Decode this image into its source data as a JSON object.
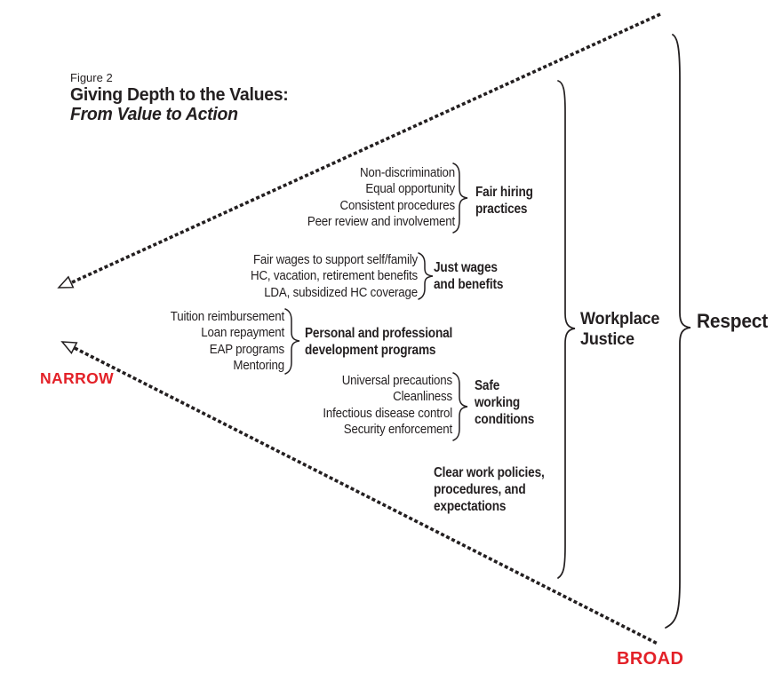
{
  "figure": {
    "label": "Figure 2",
    "title": "Giving Depth to the Values:",
    "subtitle": "From Value to Action"
  },
  "scale": {
    "narrow": "NARROW",
    "broad": "BROAD"
  },
  "groups": [
    {
      "name": "fair-hiring-practices",
      "items": [
        "Non-discrimination",
        "Equal opportunity",
        "Consistent procedures",
        "Peer review and involvement"
      ],
      "label": [
        "Fair hiring",
        "practices"
      ]
    },
    {
      "name": "just-wages-benefits",
      "items": [
        "Fair wages to support self/family",
        "HC, vacation, retirement benefits",
        "LDA, subsidized HC coverage"
      ],
      "label": [
        "Just wages",
        "and benefits"
      ]
    },
    {
      "name": "development-programs",
      "items": [
        "Tuition reimbursement",
        "Loan repayment",
        "EAP programs",
        "Mentoring"
      ],
      "label": [
        "Personal and professional",
        "development programs"
      ]
    },
    {
      "name": "safe-working-conditions",
      "items": [
        "Universal precautions",
        "Cleanliness",
        "Infectious disease control",
        "Security enforcement"
      ],
      "label": [
        "Safe",
        "working",
        "conditions"
      ]
    },
    {
      "name": "clear-policies",
      "items": [],
      "label": [
        "Clear work policies,",
        "procedures, and",
        "expectations"
      ]
    }
  ],
  "outcomes": {
    "workplace_justice": [
      "Workplace",
      "Justice"
    ],
    "respect": "Respect"
  },
  "colors": {
    "ink": "#231f20",
    "accent": "#e32128",
    "background": "#ffffff"
  }
}
